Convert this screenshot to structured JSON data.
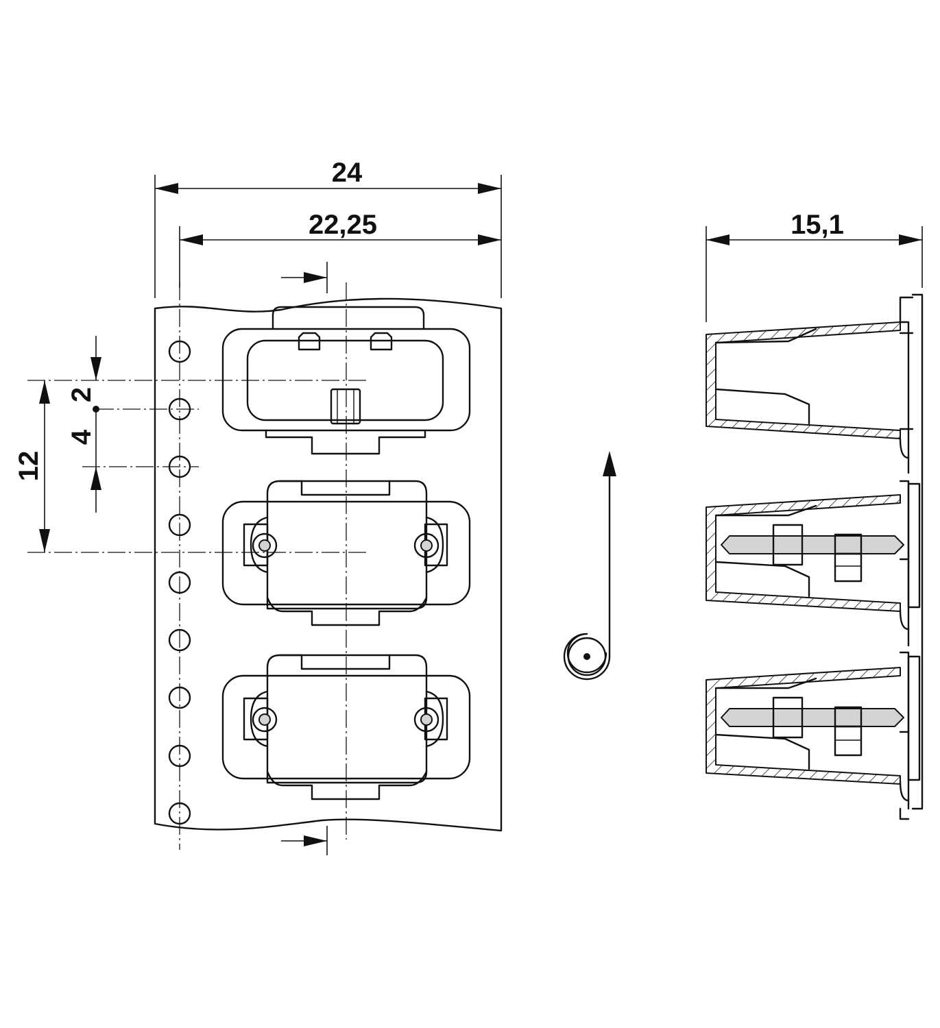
{
  "dimensions": {
    "tape_width": "24",
    "pocket_pitch_width": "22,25",
    "hole_offset": "2",
    "hole_pitch": "4",
    "pocket_pitch": "12",
    "component_height": "15,1"
  },
  "icons": {
    "feed_direction": "arrow-up-icon",
    "reel_spiral": "reel-spiral-icon"
  }
}
